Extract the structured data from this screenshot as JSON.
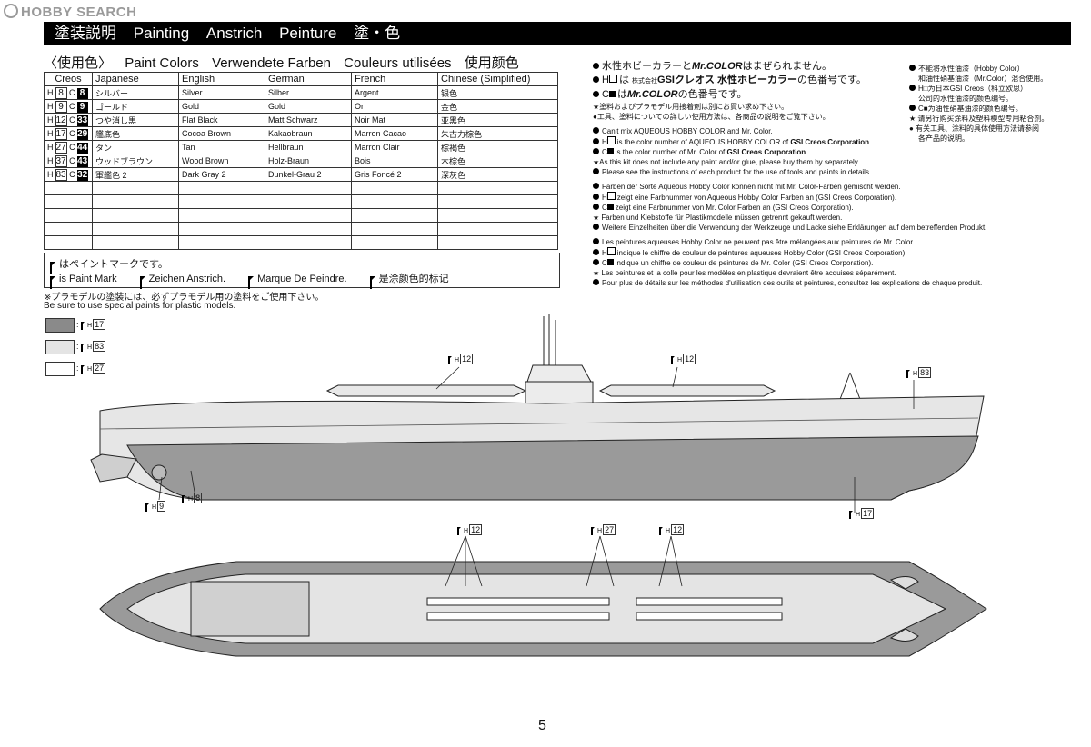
{
  "watermark": "HOBBY SEARCH",
  "title_bar": [
    "塗装説明",
    "Painting",
    "Anstrich",
    "Peinture",
    "塗・色"
  ],
  "colors_heading": [
    "〈使用色〉",
    "Paint Colors",
    "Verwendete Farben",
    "Couleurs utilisées",
    "使用颜色"
  ],
  "table": {
    "headers": [
      "Creos",
      "Japanese",
      "English",
      "German",
      "French",
      "Chinese (Simplified)"
    ],
    "rows": [
      {
        "h": "8",
        "c": "8",
        "ja": "シルバー",
        "en": "Silver",
        "de": "Silber",
        "fr": "Argent",
        "zh": "银色"
      },
      {
        "h": "9",
        "c": "9",
        "ja": "ゴールド",
        "en": "Gold",
        "de": "Gold",
        "fr": "Or",
        "zh": "金色"
      },
      {
        "h": "12",
        "c": "33",
        "ja": "つや消し黒",
        "en": "Flat Black",
        "de": "Matt Schwarz",
        "fr": "Noir Mat",
        "zh": "亚黑色"
      },
      {
        "h": "17",
        "c": "29",
        "ja": "艦底色",
        "en": "Cocoa Brown",
        "de": "Kakaobraun",
        "fr": "Marron Cacao",
        "zh": "朱古力棕色"
      },
      {
        "h": "27",
        "c": "44",
        "ja": "タン",
        "en": "Tan",
        "de": "Hellbraun",
        "fr": "Marron Clair",
        "zh": "棕褐色"
      },
      {
        "h": "37",
        "c": "43",
        "ja": "ウッドブラウン",
        "en": "Wood Brown",
        "de": "Holz-Braun",
        "fr": "Bois",
        "zh": "木棕色"
      },
      {
        "h": "83",
        "c": "32",
        "ja": "軍艦色 2",
        "en": "Dark Gray 2",
        "de": "Dunkel-Grau 2",
        "fr": "Gris Foncé 2",
        "zh": "深灰色"
      }
    ],
    "h_prefix": "H",
    "c_prefix": "C"
  },
  "mark_legend": {
    "jp": "はペイントマークです。",
    "en": "is Paint Mark",
    "de": "Zeichen Anstrich.",
    "fr": "Marque De Peindre.",
    "zh": "是涂颜色的标记"
  },
  "plastic_note": {
    "jp": "※プラモデルの塗装には、必ずプラモデル用の塗料をご使用下さい。",
    "en": "Be sure to use special paints for plastic models."
  },
  "swatches": [
    {
      "color": "#8a8a8a",
      "num": "17"
    },
    {
      "color": "#e4e4e4",
      "num": "83"
    },
    {
      "color": "#ffffff",
      "num": "27"
    }
  ],
  "pref": {
    "p": "P",
    "h": "H"
  },
  "notes": {
    "jp1": "水性ホビーカラーと",
    "jp1b": "はまぜられません。",
    "jp2a": "は",
    "jp2b": "株式会社",
    "jp2c": "GSIクレオス",
    "jp2d": "水性ホビーカラー",
    "jp2e": "の色番号です。",
    "jp3a": "は",
    "jp3b": "の色番号です。",
    "jp4": "★塗料およびプラモデル用接着剤は別にお買い求め下さい。",
    "jp5": "●工具、塗料についての詳しい使用方法は、各商品の説明をご覧下さい。",
    "mr_color": "Mr.COLOR",
    "h_letter": "H",
    "c_letter": "C",
    "en": [
      "Can't mix AQUEOUS HOBBY COLOR and Mr. Color.",
      "is the color number of AQUEOUS HOBBY COLOR of",
      "GSI Creos Corporation",
      "is the color number of Mr. Color of",
      "GSI Creos Corporation",
      "★As this kit does not include any paint and/or glue, please buy them by separately.",
      "Please see the instructions of each product for the use of tools and paints in details."
    ],
    "de": [
      "Farben der Sorte Aqueous Hobby Color können nicht mit Mr. Color-Farben gemischt werden.",
      "zeigt eine Farbnummer von Aqueous Hobby Color Farben an (GSI Creos Corporation).",
      "zeigt eine Farbnummer von Mr. Color Farben an (GSI Creos Corporation).",
      "★ Farben und Klebstoffe für Plastikmodelle müssen getrennt gekauft werden.",
      "Weitere Einzelheiten über die Verwendung der Werkzeuge und Lacke siehe Erklärungen auf dem betreffenden Produkt."
    ],
    "fr": [
      "Les peintures aqueuses Hobby Color ne peuvent pas être mélangées aux peintures de Mr. Color.",
      "indique le chiffre de couleur de peintures aqueuses Hobby Color (GSI Creos Corporation).",
      "indique un chiffre de couleur de peintures de Mr. Color (GSI Creos Corporation).",
      "★ Les peintures et la colle pour les modèles en plastique devraient être acquises séparément.",
      "Pour plus de détails sur les méthodes d'utilisation des outils et peintures, consultez les explications de chaque produit."
    ],
    "cn": [
      "不能将水性油漆（Hobby Color）",
      "和油性硝基油漆（Mr.Color）混合使用。",
      "H□为日本GSI Creos（科立欧思）",
      "公司的水性油漆的颜色编号。",
      "C■为油性硝基油漆的颜色编号。",
      "★ 请另行购买涂料及塑料模型专用粘合剂。",
      "● 有关工具、涂料的具体使用方法请参阅",
      "各产品的说明。"
    ]
  },
  "callouts": {
    "side_top_left": "12",
    "side_top_right": "12",
    "side_bow": "83",
    "side_prop": "9",
    "side_rudder": "8",
    "side_hull": "17",
    "top_left": "12",
    "top_mid": "27",
    "top_right": "12"
  },
  "page_number": "5"
}
